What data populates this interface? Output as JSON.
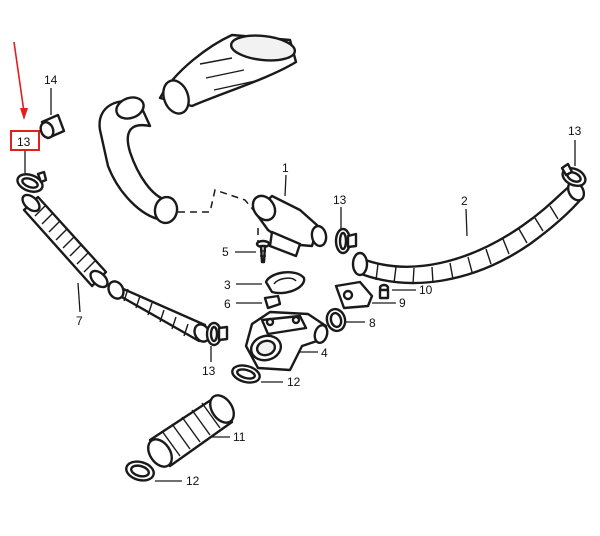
{
  "highlight_color": "#e0201b",
  "callouts": {
    "c1": "1",
    "c2": "2",
    "c3": "3",
    "c4": "4",
    "c5": "5",
    "c6": "6",
    "c7": "7",
    "c8": "8",
    "c9": "9",
    "c10": "10",
    "c11": "11",
    "c12a": "12",
    "c12b": "12",
    "c13_box": "13",
    "c13_right": "13",
    "c13_mid": "13",
    "c13_lower": "13",
    "c14": "14"
  }
}
